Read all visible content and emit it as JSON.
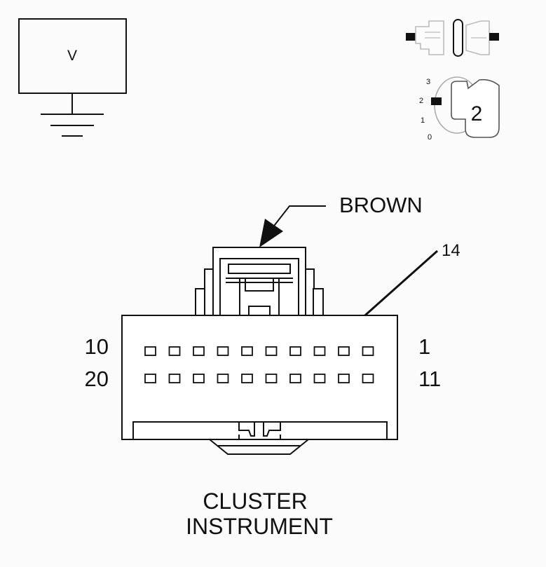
{
  "voltmeter": {
    "symbol": "V"
  },
  "ignition_key": {
    "positions": [
      "3",
      "2",
      "1",
      "0"
    ],
    "selected": "2"
  },
  "connector": {
    "color_label": "BROWN",
    "pin_callout": "14",
    "row_labels": {
      "top_left": "10",
      "top_right": "1",
      "bottom_left": "20",
      "bottom_right": "11"
    },
    "rows": 2,
    "pins_per_row": 10
  },
  "component": {
    "name_line1": "CLUSTER",
    "name_line2": "INSTRUMENT"
  }
}
